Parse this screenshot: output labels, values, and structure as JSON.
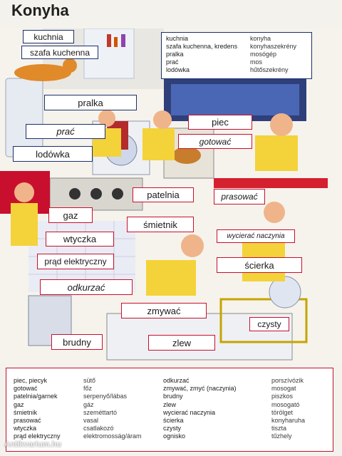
{
  "title": "Konyha",
  "top_glossary": [
    {
      "pl": "kuchnia",
      "hu": "konyha"
    },
    {
      "pl": "szafa kuchenna, kredens",
      "hu": "konyhaszekrény"
    },
    {
      "pl": "pralka",
      "hu": "mosógép"
    },
    {
      "pl": "prać",
      "hu": "mos"
    },
    {
      "pl": "lodówka",
      "hu": "hűtőszekrény"
    }
  ],
  "labels": {
    "kuchnia": "kuchnia",
    "szafa": "szafa kuchenna",
    "pralka": "pralka",
    "prac": "prać",
    "lodowka": "lodówka",
    "piec": "piec",
    "gotowac": "gotować",
    "patelnia": "patelnia",
    "prasowac": "prasować",
    "gaz": "gaz",
    "smietnik": "śmietnik",
    "wyczka": "wtyczka",
    "wycierac": "wycierać naczynia",
    "prad": "prąd elektryczny",
    "scierka": "ścierka",
    "odkurzac": "odkurzać",
    "zmywac": "zmywać",
    "czysty": "czysty",
    "brudny": "brudny",
    "zlew": "zlew"
  },
  "vocab": {
    "col1_pl": [
      "piec, piecyk",
      "gotować",
      "patelnia/garnek",
      "gaz",
      "śmietnik",
      "prasować",
      "wtyczka",
      "prąd elektryczny"
    ],
    "col1_hu": [
      "sütő",
      "főz",
      "serpenyő/lábas",
      "gáz",
      "szeméttartó",
      "vasal",
      "csatlakozó",
      "elektromosság/áram"
    ],
    "col2_pl": [
      "odkurzać",
      "zmywać, zmyć (naczynia)",
      "brudny",
      "zlew",
      "wycierać naczynia",
      "ścierka",
      "czysty",
      "ognisko"
    ],
    "col2_hu": [
      "porszívózik",
      "mosogat",
      "piszkos",
      "mosogató",
      "törölget",
      "konyharuha",
      "tiszta",
      "tűzhely"
    ]
  },
  "watermark": "Antikvarium.hu",
  "colors": {
    "frame_blue": "#1c2f6b",
    "frame_red": "#c8102e"
  }
}
